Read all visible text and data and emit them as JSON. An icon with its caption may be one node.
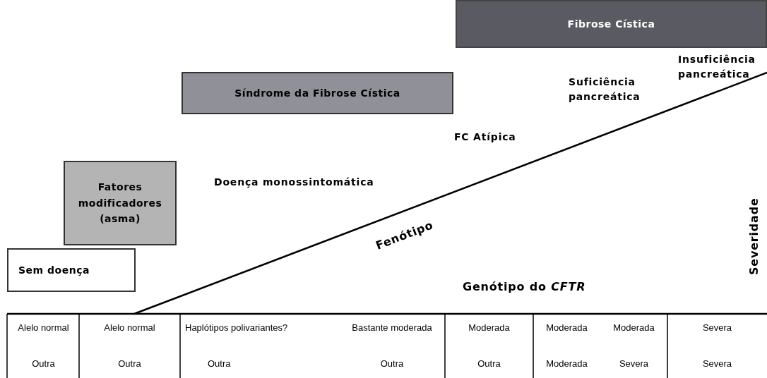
{
  "diagram": {
    "nodes": [
      {
        "text": [
          "Fibrose Cística"
        ]
      },
      {
        "text": [
          "Síndrome da Fibrose Cística"
        ]
      },
      {
        "text": [
          "Fatores modificadores (asma)"
        ]
      },
      {
        "text": [
          "Sem doença"
        ]
      }
    ],
    "labels": [
      "Suficiência pancreática",
      "Insuficiência pancreática",
      "FC Atípica",
      "Doença monossintomática",
      "Fenótipo",
      "Severidade",
      "Genótipo do *CFTR*",
      "Alelo normal",
      "Alelo normal",
      "Haplótipos polivariantes?",
      "Bastante moderada",
      "Moderada",
      "Moderada",
      "Moderada",
      "Severa",
      "Outra",
      "Outra",
      "Outra",
      "Outra",
      "Outra",
      "Moderada",
      "Severa",
      "Severa"
    ]
  }
}
